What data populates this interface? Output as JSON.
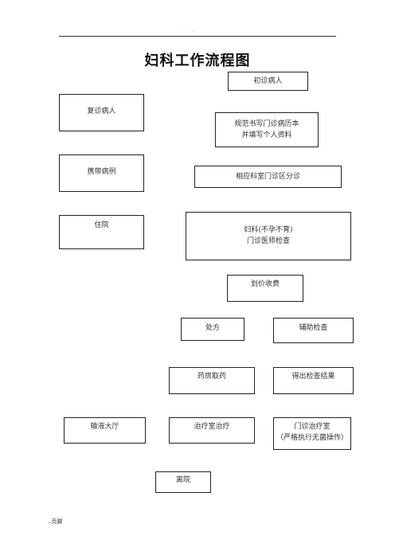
{
  "header": {
    "mark": ". .",
    "title": "妇科工作流程图"
  },
  "boxes": {
    "new_patient": "初诊病人",
    "return_patient": "复诊病人",
    "record_writing": [
      "规范书写门诊病历本",
      "并填写个人资料"
    ],
    "bring_records": "携带病例",
    "dept_triage": "相应科室门诊区分诊",
    "hospitalize": "住院",
    "gyn_exam": [
      "妇科(不孕不育)",
      "门诊医师检查"
    ],
    "billing": "划价收费",
    "prescription": "处方",
    "aux_exam": "辅助检查",
    "pharmacy": "药房取药",
    "exam_results": "得出检查结果",
    "infusion_hall": "输液大厅",
    "treatment_room": "治疗室治疗",
    "clinic_treatment": [
      "门诊治疗室",
      "（严格执行无菌操作）"
    ],
    "discharge": "离院"
  },
  "footer": {
    "text": "..页脚"
  }
}
